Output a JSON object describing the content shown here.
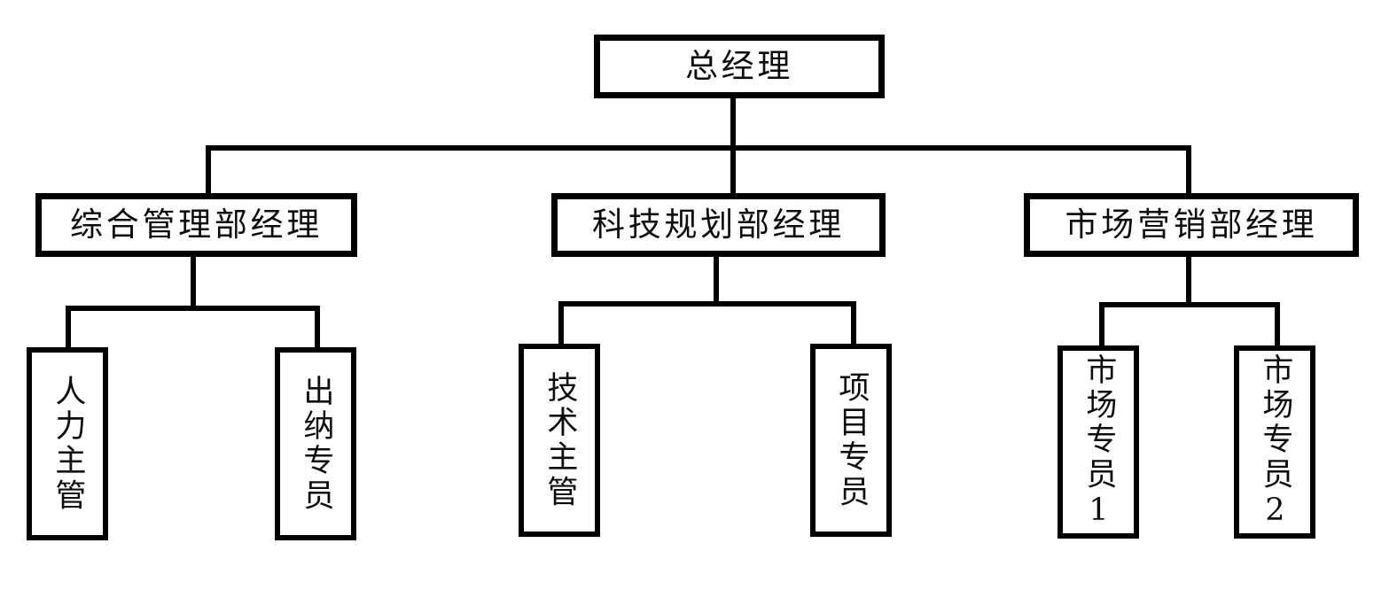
{
  "chart_data": {
    "type": "diagram",
    "diagram_type": "organizational-chart",
    "title": "",
    "orientation": "top-down",
    "levels": 3,
    "style": {
      "background": "#ffffff",
      "box_fill": "#ffffff",
      "box_border": "#000000",
      "line_color": "#000000",
      "text_color": "#0d0d0d"
    },
    "nodes": [
      {
        "id": "n0",
        "label": "总经理",
        "level": 1,
        "parent": null,
        "text_orientation": "horizontal"
      },
      {
        "id": "n1",
        "label": "综合管理部经理",
        "level": 2,
        "parent": "n0",
        "text_orientation": "horizontal"
      },
      {
        "id": "n2",
        "label": "科技规划部经理",
        "level": 2,
        "parent": "n0",
        "text_orientation": "horizontal"
      },
      {
        "id": "n3",
        "label": "市场营销部经理",
        "level": 2,
        "parent": "n0",
        "text_orientation": "horizontal"
      },
      {
        "id": "n4",
        "label": "人力主管",
        "level": 3,
        "parent": "n1",
        "text_orientation": "vertical"
      },
      {
        "id": "n5",
        "label": "出纳专员",
        "level": 3,
        "parent": "n1",
        "text_orientation": "vertical"
      },
      {
        "id": "n6",
        "label": "技术主管",
        "level": 3,
        "parent": "n2",
        "text_orientation": "vertical"
      },
      {
        "id": "n7",
        "label": "项目专员",
        "level": 3,
        "parent": "n2",
        "text_orientation": "vertical"
      },
      {
        "id": "n8",
        "label": "市场专员1",
        "level": 3,
        "parent": "n3",
        "text_orientation": "vertical"
      },
      {
        "id": "n9",
        "label": "市场专员2",
        "level": 3,
        "parent": "n3",
        "text_orientation": "vertical"
      }
    ],
    "edges": [
      {
        "from": "n0",
        "to": "n1"
      },
      {
        "from": "n0",
        "to": "n2"
      },
      {
        "from": "n0",
        "to": "n3"
      },
      {
        "from": "n1",
        "to": "n4"
      },
      {
        "from": "n1",
        "to": "n5"
      },
      {
        "from": "n2",
        "to": "n6"
      },
      {
        "from": "n2",
        "to": "n7"
      },
      {
        "from": "n3",
        "to": "n8"
      },
      {
        "from": "n3",
        "to": "n9"
      }
    ]
  },
  "nodes": {
    "ceo": "总经理",
    "dept_admin": "综合管理部经理",
    "dept_tech": "科技规划部经理",
    "dept_market": "市场营销部经理",
    "staff_hr": "人力主管",
    "staff_cashier": "出纳专员",
    "staff_techlead": "技术主管",
    "staff_project": "项目专员",
    "staff_market1": "市场专员1",
    "staff_market2": "市场专员2"
  }
}
